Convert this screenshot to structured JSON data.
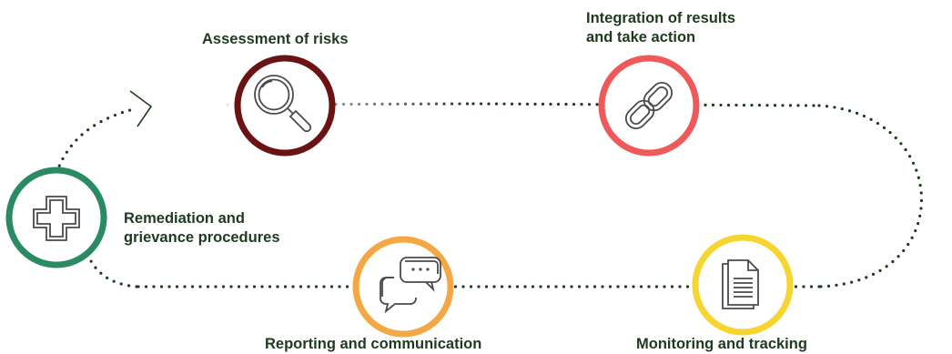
{
  "steps": [
    {
      "id": "assessment",
      "label_lines": [
        "Assessment of risks"
      ],
      "color": "#6b1313",
      "icon": "magnifier-icon"
    },
    {
      "id": "integration",
      "label_lines": [
        "Integration of results",
        "and take action"
      ],
      "color": "#ee5a5a",
      "icon": "chain-link-icon"
    },
    {
      "id": "monitoring",
      "label_lines": [
        "Monitoring and tracking"
      ],
      "color": "#f6d530",
      "icon": "document-icon"
    },
    {
      "id": "reporting",
      "label_lines": [
        "Reporting and communication"
      ],
      "color": "#f5a744",
      "icon": "speech-bubbles-icon"
    },
    {
      "id": "remediation",
      "label_lines": [
        "Remediation and",
        "grievance procedures"
      ],
      "color": "#2a8a64",
      "icon": "plus-cross-icon"
    }
  ],
  "colors": {
    "text": "#1f3a1f",
    "dotted_path": "#1f3a1f",
    "dotted_path_faded": "#bdbdbd",
    "icon_stroke": "#4a4a4a"
  }
}
